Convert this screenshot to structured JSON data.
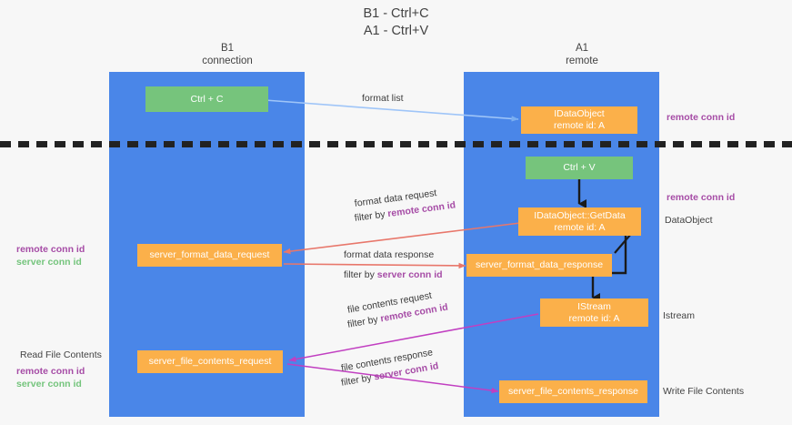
{
  "title": {
    "line1": "B1 - Ctrl+C",
    "line2": "A1 - Ctrl+V"
  },
  "columns": [
    {
      "name": "B1",
      "role": "connection"
    },
    {
      "name": "A1",
      "role": "remote"
    }
  ],
  "boxes": {
    "ctrl_c": {
      "line1": "Ctrl + C",
      "line2": "",
      "color": "#76c47c"
    },
    "idataobject": {
      "line1": "IDataObject",
      "line2": "remote id: A",
      "color": "#fbb04a"
    },
    "ctrl_v": {
      "line1": "Ctrl + V",
      "line2": "",
      "color": "#76c47c"
    },
    "getdata": {
      "line1": "IDataObject::GetData",
      "line2": "remote id: A",
      "color": "#fbb04a"
    },
    "fmt_request": {
      "line1": "server_format_data_request",
      "line2": "",
      "color": "#fbb04a"
    },
    "fmt_response": {
      "line1": "server_format_data_response",
      "line2": "",
      "color": "#fbb04a"
    },
    "istream": {
      "line1": "IStream",
      "line2": "remote id: A",
      "color": "#fbb04a"
    },
    "file_request": {
      "line1": "server_file_contents_request",
      "line2": "",
      "color": "#fbb04a"
    },
    "file_response": {
      "line1": "server_file_contents_response",
      "line2": "",
      "color": "#fbb04a"
    }
  },
  "edges": {
    "format_list": "format list",
    "format_data_request": "format data request",
    "format_data_response": "format data response",
    "file_contents_request": "file contents request",
    "file_contents_response": "file contents response",
    "filter_by": "filter by",
    "remote_conn_id": "remote conn id",
    "server_conn_id": "server conn id"
  },
  "side_labels": {
    "right_remote_top": "remote conn id",
    "right_remote_mid": "remote conn id",
    "dataobject": "DataObject",
    "istream": "Istream",
    "write_file_contents": "Write File Contents",
    "read_file_contents": "Read File Contents",
    "left_remote_conn_id": "remote conn id",
    "left_server_conn_id": "server conn id",
    "left_remote_conn_id_2": "remote conn id",
    "left_server_conn_id_2": "server conn id"
  },
  "colors": {
    "lane": "#4a86e8",
    "green_box": "#76c47c",
    "orange_box": "#fbb04a",
    "purple": "#a64ca6",
    "green_text": "#74c47c",
    "arrow_blue": "#9fc5f8",
    "arrow_red": "#e8776b",
    "arrow_magenta": "#c13fc1",
    "arrow_black": "#1a1a1a"
  }
}
